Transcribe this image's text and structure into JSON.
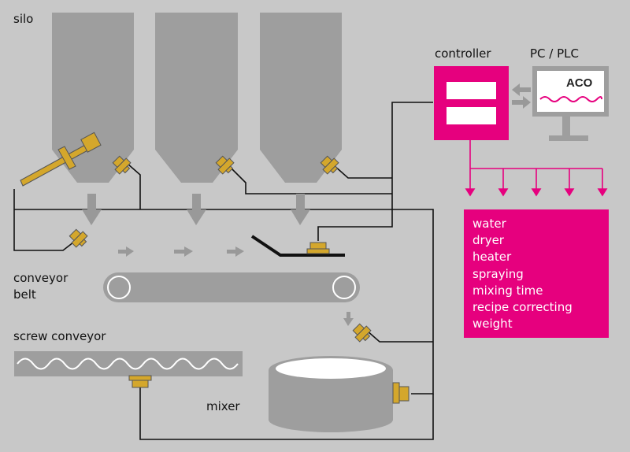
{
  "labels": {
    "silo": "silo",
    "controller": "controller",
    "pc_plc": "PC / PLC",
    "conveyor_belt_line1": "conveyor",
    "conveyor_belt_line2": "belt",
    "screw_conveyor": "screw conveyor",
    "mixer": "mixer"
  },
  "monitor_logo": "ACO",
  "outputs": [
    "water",
    "dryer",
    "heater",
    "spraying",
    "mixing time",
    "recipe correcting",
    "weight"
  ],
  "colors": {
    "background": "#c8c8c8",
    "equipment": "#9e9e9e",
    "sensor": "#d4a72c",
    "accent": "#e6007e",
    "line": "#111111"
  }
}
